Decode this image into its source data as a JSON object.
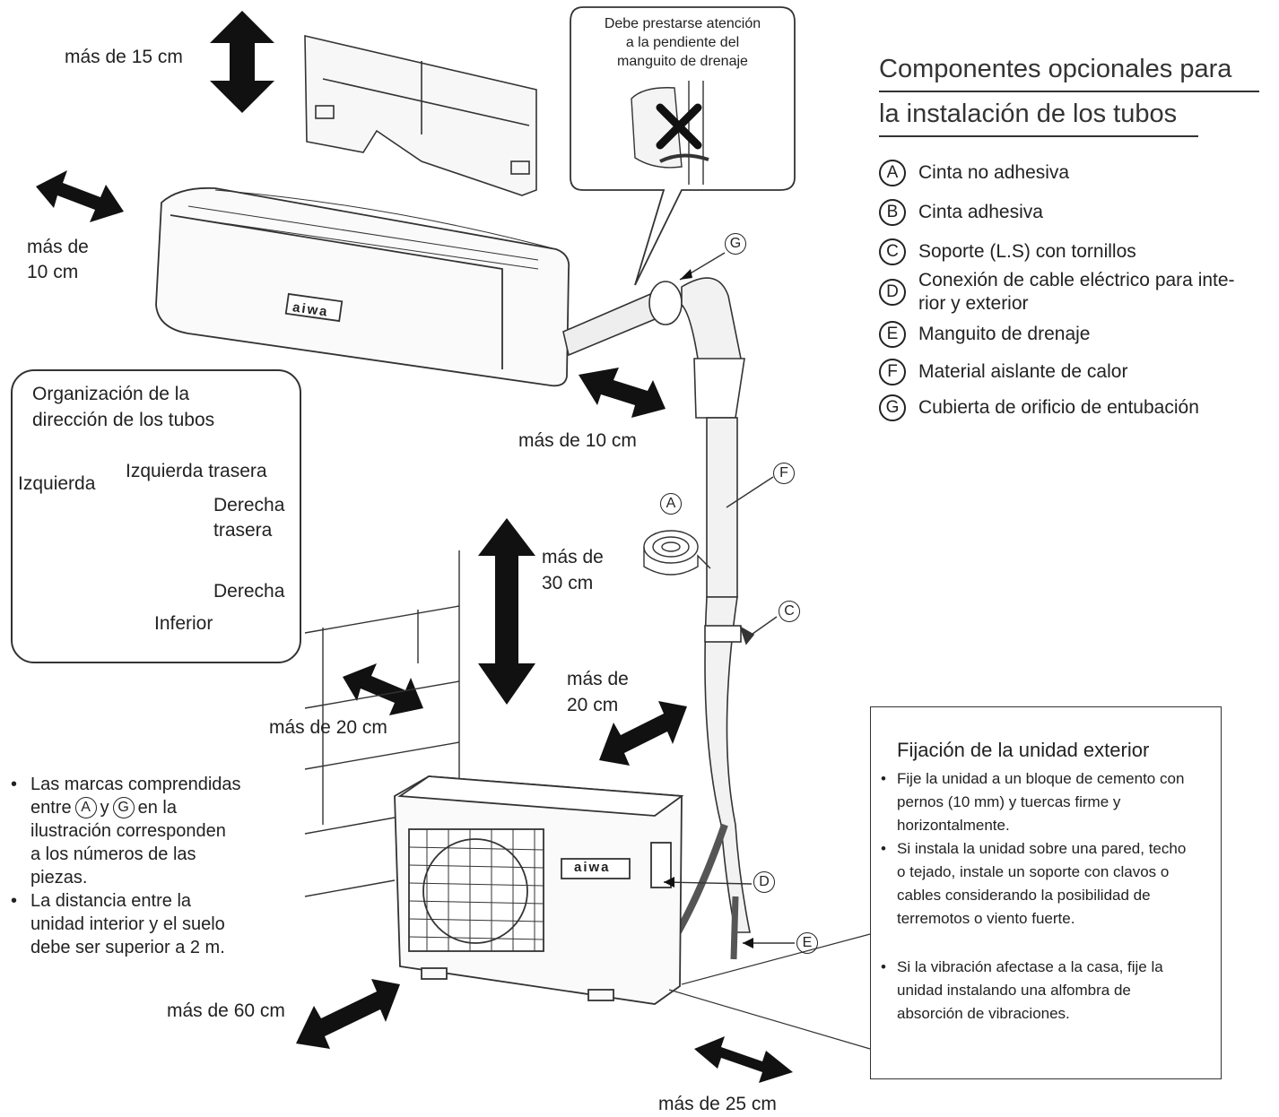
{
  "clearances": {
    "top": "más de 15 cm",
    "left_line1": "más de",
    "left_line2": "10 cm",
    "right_indoor": "más de 10 cm",
    "above_outdoor_line1": "más de",
    "above_outdoor_line2": "30 cm",
    "left_outdoor": "más de 20 cm",
    "right_outdoor_line1": "más de",
    "right_outdoor_line2": "20 cm",
    "front_outdoor": "más de 60 cm",
    "rear_outdoor": "más de 25 cm"
  },
  "drain_note": {
    "line1": "Debe prestarse atención",
    "line2": "a la pendiente del",
    "line3": "manguito de drenaje"
  },
  "brand": "aiwa",
  "components": {
    "title_line1": "Componentes opcionales para",
    "title_line2": "la instalación de los tubos",
    "items": [
      {
        "letter": "A",
        "label": "Cinta no adhesiva"
      },
      {
        "letter": "B",
        "label": "Cinta adhesiva"
      },
      {
        "letter": "C",
        "label": "Soporte (L.S) con tornillos"
      },
      {
        "letter": "D",
        "label_line1": "Conexión de cable eléctrico para inte-",
        "label_line2": "rior y exterior"
      },
      {
        "letter": "E",
        "label": "Manguito de drenaje"
      },
      {
        "letter": "F",
        "label": "Material aislante de calor"
      },
      {
        "letter": "G",
        "label": "Cubierta de orificio de entubación"
      }
    ]
  },
  "pipe_direction": {
    "title_line1": "Organización de la",
    "title_line2": "dirección de los tubos",
    "left": "Izquierda",
    "rear_left": "Izquierda trasera",
    "rear_right_line1": "Derecha",
    "rear_right_line2": "trasera",
    "right": "Derecha",
    "bottom": "Inferior"
  },
  "notes": {
    "n1_l1": "Las marcas comprendidas",
    "n1_l2a": "entre",
    "n1_a": "A",
    "n1_y": "y",
    "n1_g": "G",
    "n1_l2b": "en la",
    "n1_l3": "ilustración corresponden",
    "n1_l4": "a los números de las",
    "n1_l5": "piezas.",
    "n2_l1": "La distancia entre la",
    "n2_l2": "unidad interior y el suelo",
    "n2_l3": "debe ser superior a 2 m."
  },
  "fixing": {
    "title": "Fijación de la unidad exterior",
    "items": [
      "Fije la unidad a un bloque de cemento con pernos (10 mm) y tuercas firme y horizontalmente.",
      "Si instala la unidad sobre una pared, techo o tejado, instale un soporte con clavos o cables considerando la posibilidad de terremotos o viento fuerte.",
      "Si la vibración afectase a la casa, fije la unidad instalando una alfombra de absorción de vibraciones."
    ]
  },
  "callouts": {
    "a": "A",
    "c": "C",
    "d": "D",
    "e": "E",
    "f": "F",
    "g": "G"
  }
}
